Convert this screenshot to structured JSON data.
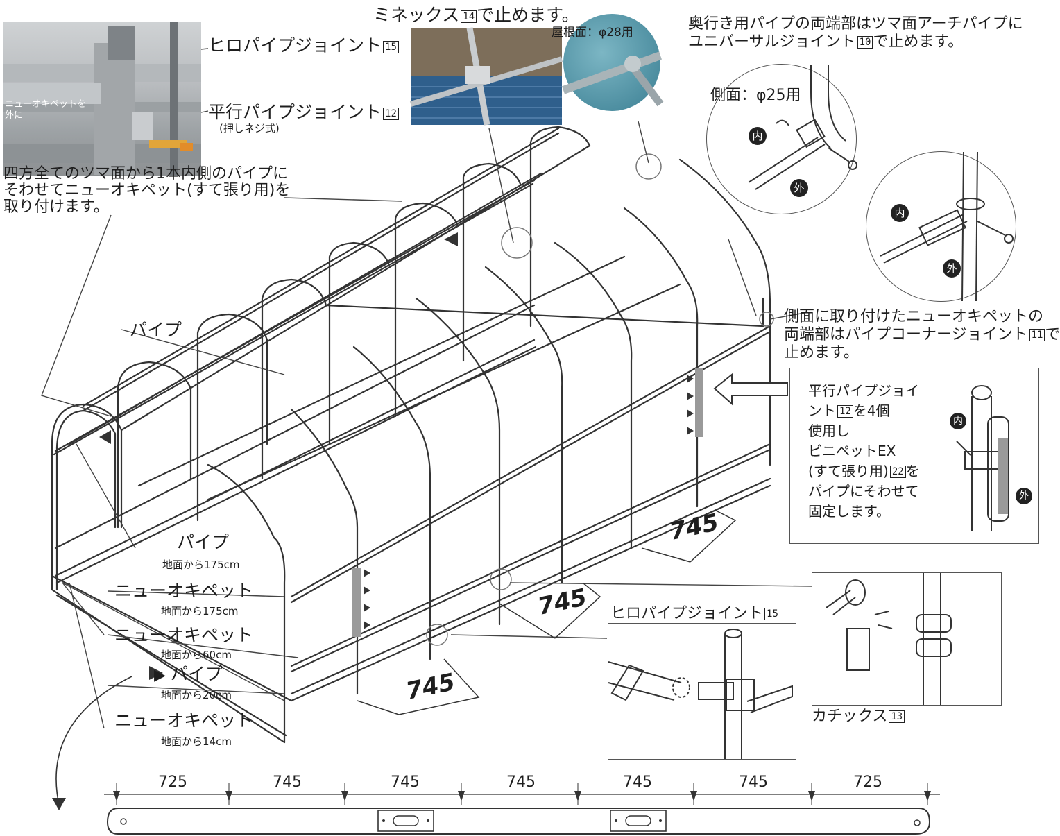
{
  "top_labels": {
    "hiro_joint_photo": "ヒロパイプジョイント",
    "hiro_joint_num": "15",
    "parallel_joint": "平行パイプジョイント",
    "parallel_joint_num": "12",
    "parallel_joint_sub": "(押しネジ式)",
    "photo_overlay": "ニューオキペットを",
    "photo_overlay2": "外に",
    "minex": "ミネックス",
    "minex_num": "14",
    "minex_tail": "で止めます。",
    "roof_label": "屋根面：φ28用",
    "universal_line1": "奥行き用パイプの両端部はツマ面アーチパイプに",
    "universal_line2a": "ユニバーサルジョイント",
    "universal_num": "10",
    "universal_line2b": "で止めます。",
    "side_25": "側面：φ25用",
    "inner": "内",
    "outer": "外"
  },
  "left_note": {
    "line1": "四方全てのツマ面から1本内側のパイプに",
    "line2": "そわせてニューオキペット(すて張り用)を",
    "line3": "取り付けます。"
  },
  "frame_labels": {
    "pipe_top": "パイプ",
    "pipe1": "パイプ",
    "pipe1_h": "地面から175cm",
    "okipet1": "ニューオキペット",
    "okipet1_h": "地面から175cm",
    "okipet2": "ニューオキペット",
    "okipet2_h": "地面から60cm",
    "pipe2": "パイプ",
    "pipe2_h": "地面から20cm",
    "okipet3": "ニューオキペット",
    "okipet3_h": "地面から14cm"
  },
  "corner_note": {
    "line1": "側面に取り付けたニューオキペットの",
    "line2a": "両端部はパイプコーナージョイント",
    "num": "11",
    "line2b": "で",
    "line3": "止めます。"
  },
  "parallel_box": {
    "line1": "平行パイプジョイ",
    "line2a": "ント",
    "num12": "12",
    "line2b": "を4個",
    "line3": "使用し",
    "line4": "ビニペットEX",
    "line5a": "(すて張り用)",
    "num22": "22",
    "line5b": "を",
    "line6": "パイプにそわせて",
    "line7": "固定します。"
  },
  "hiro_detail": {
    "label": "ヒロパイプジョイント",
    "num": "15"
  },
  "katix": {
    "label": "カチックス",
    "num": "13"
  },
  "dims_3d": [
    "745",
    "745",
    "745"
  ],
  "bottom_dims": [
    "725",
    "745",
    "745",
    "745",
    "745",
    "745",
    "725"
  ]
}
